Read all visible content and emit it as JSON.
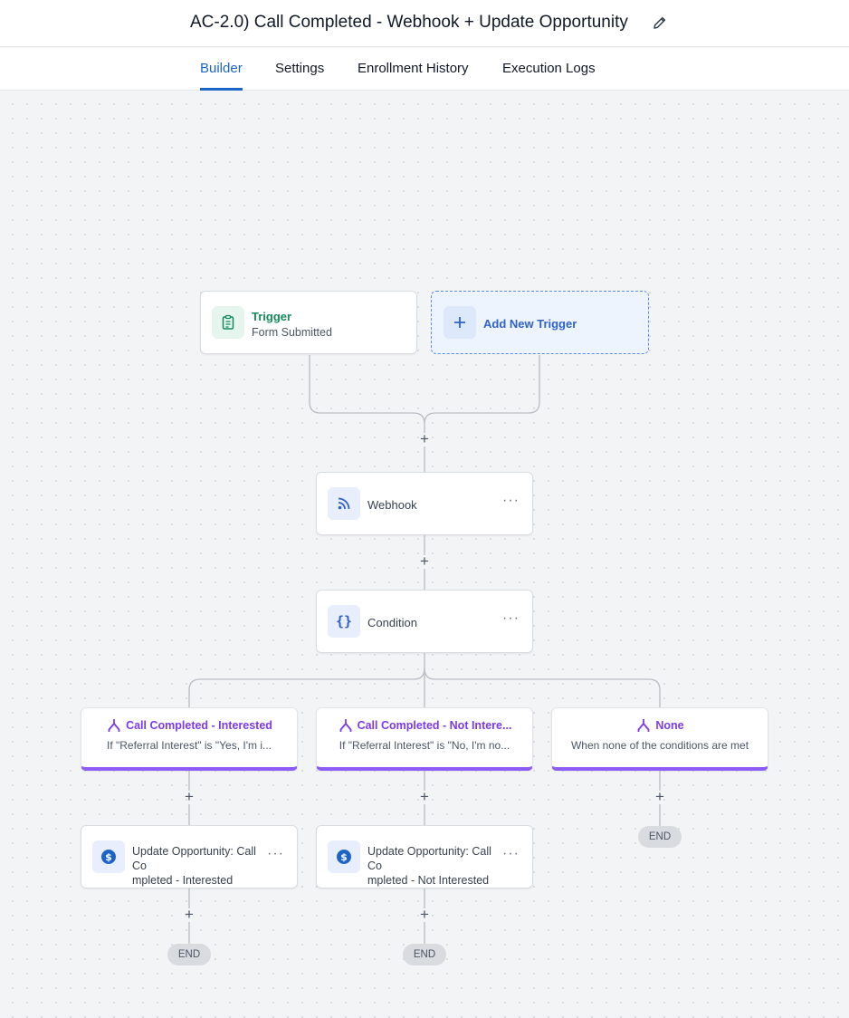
{
  "header": {
    "title": "AC-2.0) Call Completed - Webhook + Update Opportunity",
    "edit_icon": "pencil-icon"
  },
  "tabs": [
    {
      "label": "Builder",
      "active": true
    },
    {
      "label": "Settings",
      "active": false
    },
    {
      "label": "Enrollment History",
      "active": false
    },
    {
      "label": "Execution Logs",
      "active": false
    }
  ],
  "colors": {
    "accent": "#1d64c8",
    "trigger_green": "#16885c",
    "branch_purple": "#7c3aed",
    "add_trigger_blue": "#2e62c9"
  },
  "workflow": {
    "trigger": {
      "title": "Trigger",
      "subtitle": "Form Submitted",
      "icon": "clipboard-icon"
    },
    "add_trigger": {
      "label": "Add New Trigger",
      "icon": "plus-icon"
    },
    "webhook": {
      "label": "Webhook",
      "icon": "rss-icon",
      "menu": "···"
    },
    "condition": {
      "label": "Condition",
      "icon": "braces-icon",
      "menu": "···"
    },
    "branches": [
      {
        "title": "Call Completed - Interested",
        "subtitle": "If \"Referral Interest\" is \"Yes, I'm i...",
        "icon": "branch-icon"
      },
      {
        "title": "Call Completed - Not Intere...",
        "subtitle": "If \"Referral Interest\" is \"No, I'm no...",
        "icon": "branch-icon"
      },
      {
        "title": "None",
        "subtitle": "When none of the conditions are met",
        "icon": "branch-icon"
      }
    ],
    "actions": [
      {
        "line1": "Update Opportunity: Call Co",
        "line2": "mpleted - Interested",
        "icon": "dollar-icon",
        "menu": "···"
      },
      {
        "line1": "Update Opportunity: Call Co",
        "line2": "mpleted - Not Interested",
        "icon": "dollar-icon",
        "menu": "···"
      }
    ],
    "add_step_symbol": "+",
    "end_label": "END"
  }
}
